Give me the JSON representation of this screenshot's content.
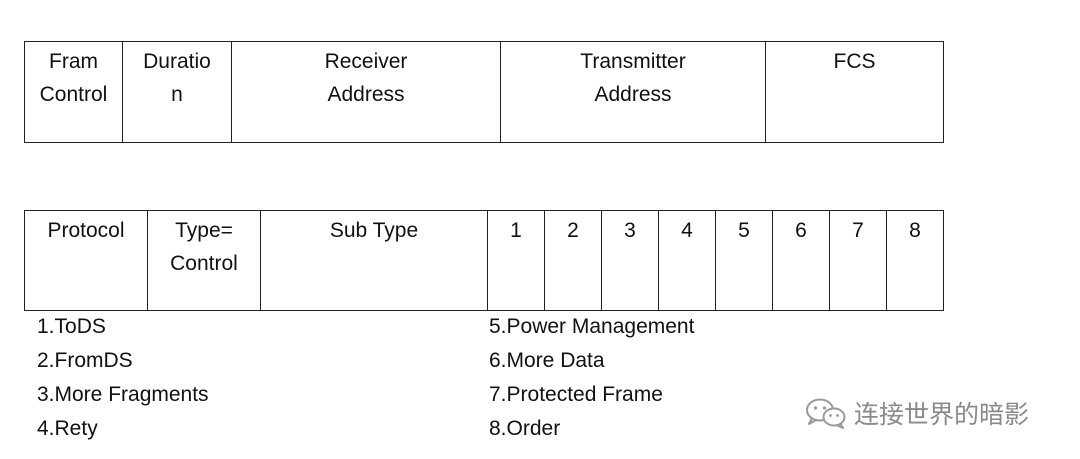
{
  "frame_fields": [
    {
      "label": "Fram\nControl"
    },
    {
      "label": "Duratio\nn"
    },
    {
      "label": "Receiver\nAddress"
    },
    {
      "label": "Transmitter\nAddress"
    },
    {
      "label": "FCS"
    }
  ],
  "control_fields": [
    {
      "label": "Protocol"
    },
    {
      "label": "Type=\nControl"
    },
    {
      "label": "Sub Type"
    },
    {
      "label": "1"
    },
    {
      "label": "2"
    },
    {
      "label": "3"
    },
    {
      "label": "4"
    },
    {
      "label": "5"
    },
    {
      "label": "6"
    },
    {
      "label": "7"
    },
    {
      "label": "8"
    }
  ],
  "legend_left": [
    "1.ToDS",
    "2.FromDS",
    "3.More Fragments",
    "4.Rety"
  ],
  "legend_right": [
    "5.Power Management",
    "6.More Data",
    "7.Protected Frame",
    "8.Order"
  ],
  "watermark": {
    "text": "连接世界的暗影",
    "icon": "wechat-icon"
  }
}
